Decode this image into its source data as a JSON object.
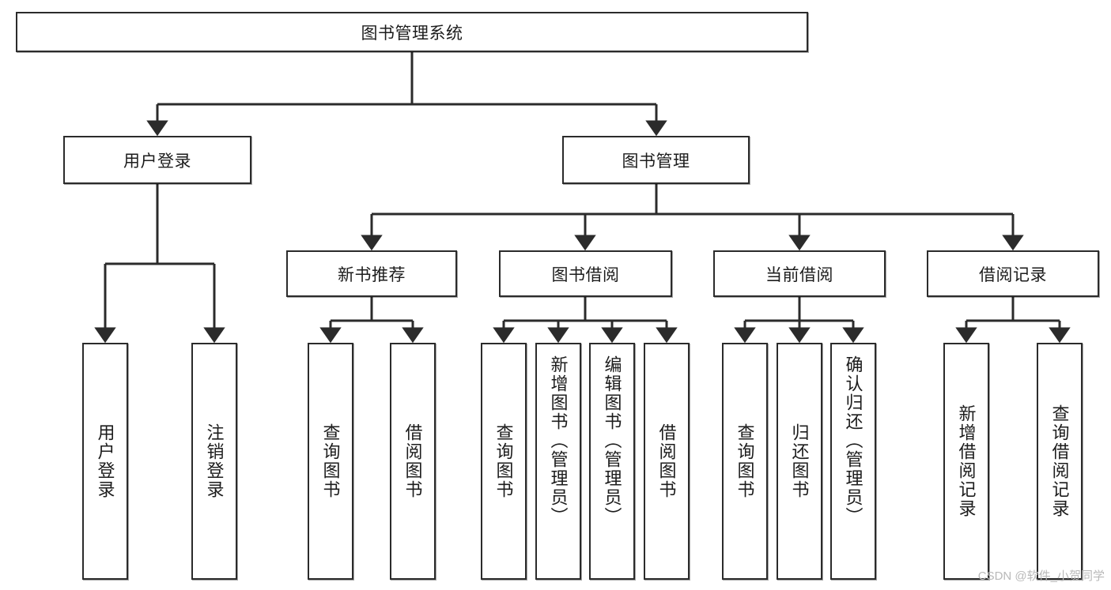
{
  "diagram": {
    "title": "图书管理系统",
    "type": "tree-hierarchy",
    "root": {
      "id": "root",
      "label": "图书管理系统"
    },
    "level2": [
      {
        "id": "user-login",
        "label": "用户登录"
      },
      {
        "id": "book-manage",
        "label": "图书管理"
      }
    ],
    "level3": [
      {
        "id": "new-book-recommend",
        "label": "新书推荐",
        "parent": "book-manage"
      },
      {
        "id": "book-borrow",
        "label": "图书借阅",
        "parent": "book-manage"
      },
      {
        "id": "current-borrow",
        "label": "当前借阅",
        "parent": "book-manage"
      },
      {
        "id": "borrow-record",
        "label": "借阅记录",
        "parent": "book-manage"
      }
    ],
    "leaves": {
      "user_login": [
        {
          "id": "leaf-user-login",
          "label": "用户登录"
        },
        {
          "id": "leaf-logout",
          "label": "注销登录"
        }
      ],
      "new_book_recommend": [
        {
          "id": "leaf-query-book-1",
          "label": "查询图书"
        },
        {
          "id": "leaf-borrow-book-1",
          "label": "借阅图书"
        }
      ],
      "book_borrow": [
        {
          "id": "leaf-query-book-2",
          "label": "查询图书"
        },
        {
          "id": "leaf-add-book",
          "label": "新增图书（管理员）"
        },
        {
          "id": "leaf-edit-book",
          "label": "编辑图书（管理员）"
        },
        {
          "id": "leaf-borrow-book-2",
          "label": "借阅图书"
        }
      ],
      "current_borrow": [
        {
          "id": "leaf-query-book-3",
          "label": "查询图书"
        },
        {
          "id": "leaf-return-book",
          "label": "归还图书"
        },
        {
          "id": "leaf-confirm-return",
          "label": "确认归还（管理员）"
        }
      ],
      "borrow_record": [
        {
          "id": "leaf-add-record",
          "label": "新增借阅记录"
        },
        {
          "id": "leaf-query-record",
          "label": "查询借阅记录"
        }
      ]
    },
    "colors": {
      "stroke": "#2b2b2b",
      "fill": "#ffffff",
      "text": "#1c1c1c",
      "watermark": "#b9b9b9"
    }
  },
  "watermark": "CSDN @软件_小贺同学"
}
